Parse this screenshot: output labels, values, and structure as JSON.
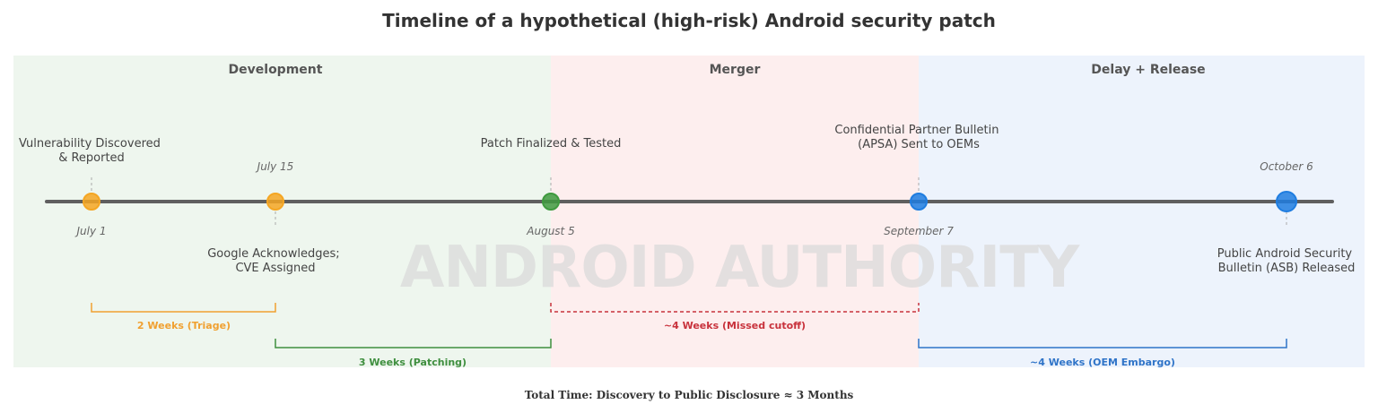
{
  "title": "Timeline of a hypothetical (high-risk) Android security patch",
  "watermark": "ANDROID AUTHORITY",
  "footer": "Total Time: Discovery to Public Disclosure ≈ 3 Months",
  "phases": [
    {
      "label": "Development",
      "color": "#eef6ee"
    },
    {
      "label": "Merger",
      "color": "#fdeeee"
    },
    {
      "label": "Delay + Release",
      "color": "#edf3fc"
    }
  ],
  "events": [
    {
      "date": "July 1",
      "label": [
        "Vulnerability Discovered",
        "& Reported"
      ],
      "color": "#f5a623"
    },
    {
      "date": "July 15",
      "label": [
        "Google Acknowledges;",
        "CVE Assigned"
      ],
      "color": "#f5a623"
    },
    {
      "date": "August 5",
      "label": [
        "Patch Finalized & Tested"
      ],
      "color": "#3f9a3f"
    },
    {
      "date": "September 7",
      "label": [
        "Confidential Partner Bulletin",
        "(APSA) Sent to OEMs"
      ],
      "color": "#1f7de0"
    },
    {
      "date": "October 6",
      "label": [
        "Public Android Security",
        "Bulletin (ASB) Released"
      ],
      "color": "#1f7de0"
    }
  ],
  "spans": [
    {
      "label": "2 Weeks (Triage)",
      "color": "#f0a030",
      "style": "solid"
    },
    {
      "label": "3 Weeks (Patching)",
      "color": "#3f8f3f",
      "style": "solid"
    },
    {
      "label": "~4 Weeks (Missed cutoff)",
      "color": "#c8323c",
      "style": "dashed"
    },
    {
      "label": "~4 Weeks (OEM Embargo)",
      "color": "#2f74c8",
      "style": "solid"
    }
  ]
}
